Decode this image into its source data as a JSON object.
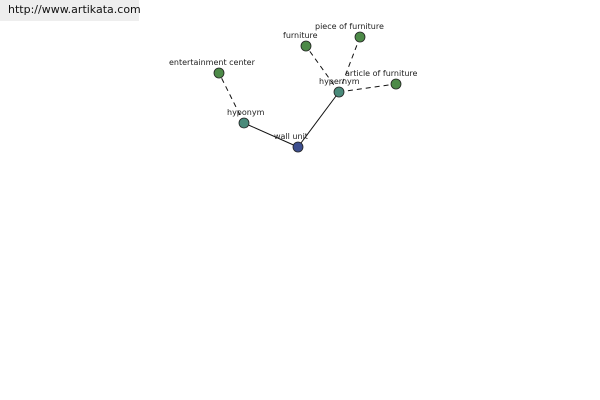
{
  "url_text": "http://www.artikata.com",
  "colors": {
    "center_fill": "#3d4f8f",
    "relation_fill": "#4a8a7a",
    "leaf_fill": "#4d8a48",
    "node_stroke": "#222222",
    "edge": "#111111"
  },
  "graph": {
    "nodes": [
      {
        "id": "wall-unit",
        "label": "wall unit",
        "kind": "center"
      },
      {
        "id": "hyponym",
        "label": "hyponym",
        "kind": "relation"
      },
      {
        "id": "hypernym",
        "label": "hypernym",
        "kind": "relation"
      },
      {
        "id": "entertainment-center",
        "label": "entertainment center",
        "kind": "leaf"
      },
      {
        "id": "furniture",
        "label": "furniture",
        "kind": "leaf"
      },
      {
        "id": "piece-of-furniture",
        "label": "piece of furniture",
        "kind": "leaf"
      },
      {
        "id": "article-of-furniture",
        "label": "article of furniture",
        "kind": "leaf"
      }
    ],
    "edges": [
      {
        "from": "wall-unit",
        "to": "hyponym",
        "style": "solid"
      },
      {
        "from": "wall-unit",
        "to": "hypernym",
        "style": "solid"
      },
      {
        "from": "hyponym",
        "to": "entertainment-center",
        "style": "dashed"
      },
      {
        "from": "hypernym",
        "to": "furniture",
        "style": "dashed"
      },
      {
        "from": "hypernym",
        "to": "piece-of-furniture",
        "style": "dashed"
      },
      {
        "from": "hypernym",
        "to": "article-of-furniture",
        "style": "dashed"
      }
    ]
  }
}
